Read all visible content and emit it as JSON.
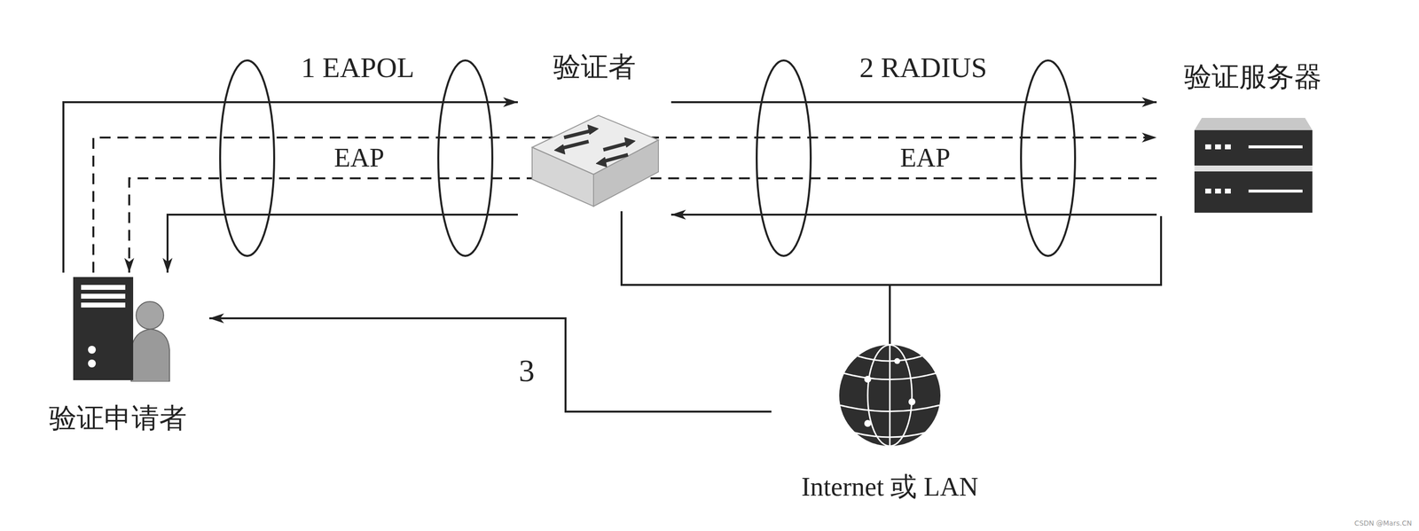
{
  "diagram": {
    "nodes": [
      {
        "text": [
          "验证申请者"
        ]
      },
      {
        "text": [
          "验证者"
        ]
      },
      {
        "text": [
          "验证服务器"
        ]
      },
      {
        "text": [
          "Internet 或 LAN"
        ]
      }
    ],
    "edges": [
      {
        "from": 0,
        "to": 1,
        "label": "1 EAPOL",
        "arrow": "to"
      },
      {
        "from": 1,
        "to": 0,
        "arrow": "to"
      },
      {
        "from": 0,
        "to": 2,
        "arrow": "to"
      },
      {
        "from": 2,
        "to": 0,
        "arrow": "to"
      },
      {
        "from": 1,
        "to": 2,
        "label": "2 RADIUS",
        "arrow": "to"
      },
      {
        "from": 2,
        "to": 1,
        "arrow": "to"
      },
      {
        "from": 3,
        "to": 0,
        "label": "3",
        "arrow": "to"
      },
      {
        "from": 1,
        "to": 3,
        "arrow": "none"
      },
      {
        "from": 2,
        "to": 3,
        "arrow": "none"
      }
    ],
    "labels": [
      "EAP",
      "EAP",
      "CSDN @Mars.CN"
    ]
  }
}
